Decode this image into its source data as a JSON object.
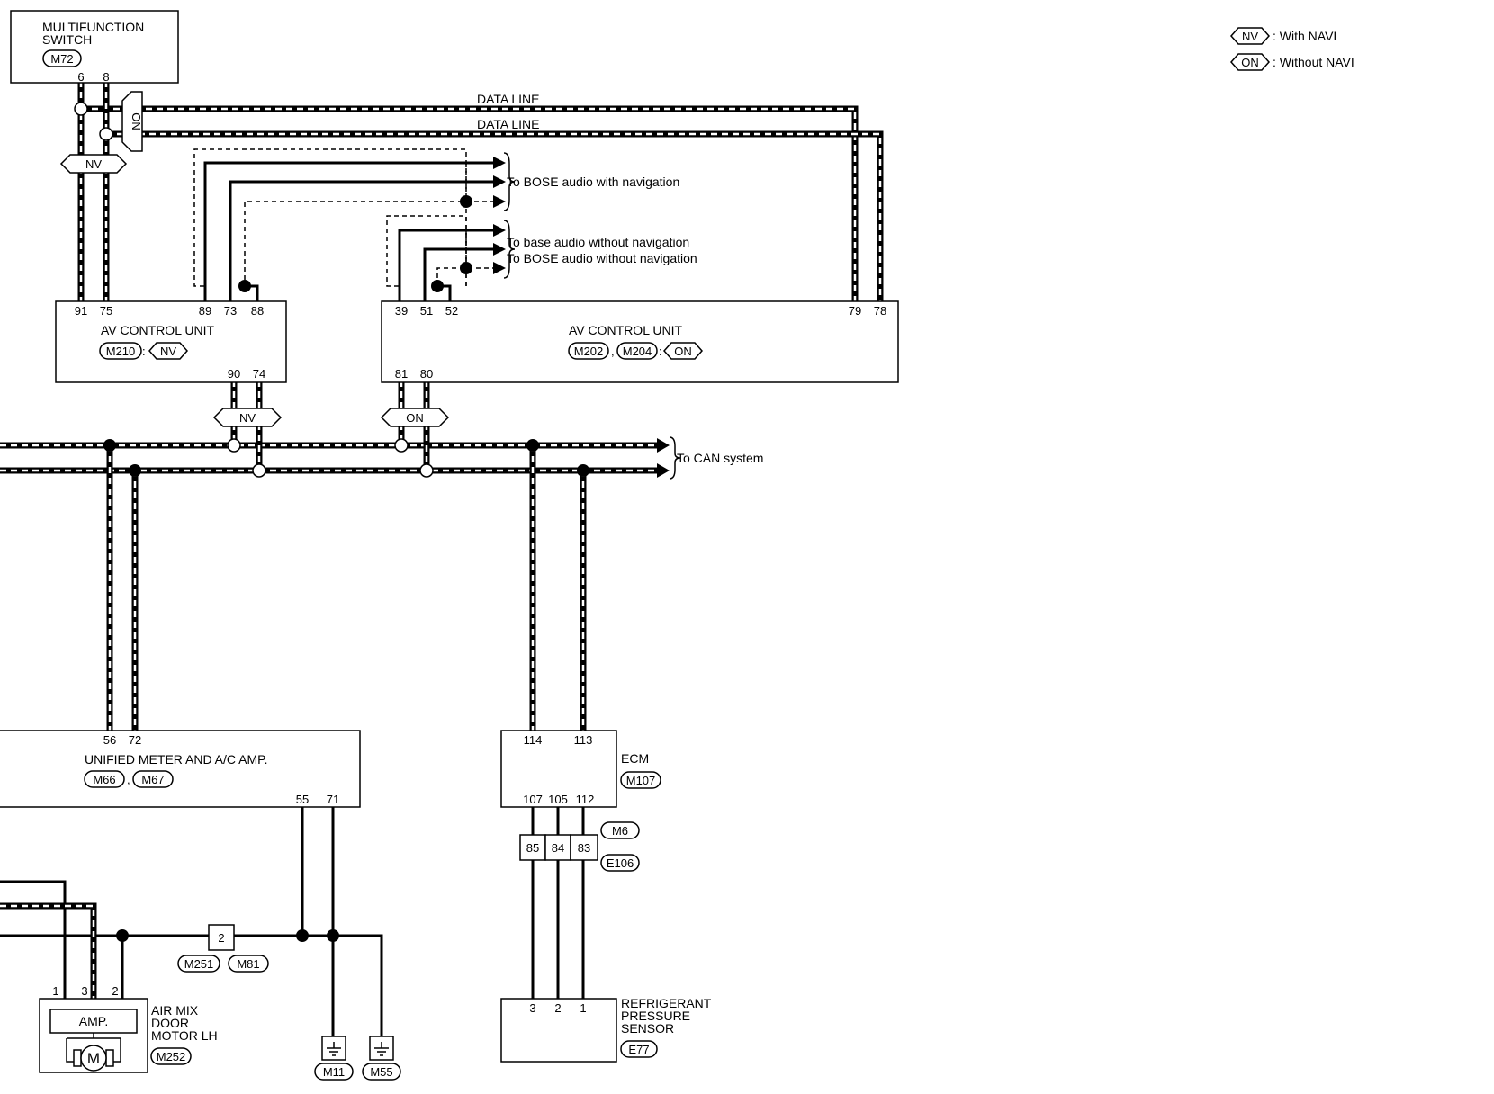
{
  "legend": [
    {
      "code": "NV",
      "text": ": With NAVI"
    },
    {
      "code": "ON",
      "text": ": Without NAVI"
    }
  ],
  "components": {
    "multifunction_switch": {
      "name_line1": "MULTIFUNCTION",
      "name_line2": "SWITCH",
      "connector": "M72",
      "pins": [
        "6",
        "8"
      ]
    },
    "av_unit_nv": {
      "name": "AV CONTROL UNIT",
      "connector": "M210",
      "variant": "NV",
      "pins_top": [
        "91",
        "75",
        "89",
        "73",
        "88"
      ],
      "pins_bottom": [
        "90",
        "74"
      ]
    },
    "av_unit_on": {
      "name": "AV CONTROL UNIT",
      "connectors": [
        "M202",
        "M204"
      ],
      "variant": "ON",
      "pins_top": [
        "39",
        "51",
        "52",
        "79",
        "78"
      ],
      "pins_bottom": [
        "81",
        "80"
      ]
    },
    "unified_meter": {
      "name": "UNIFIED METER AND A/C AMP.",
      "connectors": [
        "M66",
        "M67"
      ],
      "pins_top": [
        "56",
        "72"
      ],
      "pins_bottom": [
        "55",
        "71"
      ]
    },
    "ecm": {
      "name": "ECM",
      "connector": "M107",
      "pins_top": [
        "114",
        "113"
      ],
      "pins_bottom": [
        "107",
        "105",
        "112"
      ]
    },
    "joint_connector": {
      "pins": [
        "85",
        "84",
        "83"
      ],
      "connectors": [
        "M6",
        "E106"
      ]
    },
    "air_mix_motor": {
      "name_line1": "AIR MIX",
      "name_line2": "DOOR",
      "name_line3": "MOTOR LH",
      "connector": "M252",
      "amp": "AMP.",
      "motor": "M",
      "pins": [
        "1",
        "3",
        "2"
      ]
    },
    "refrigerant_sensor": {
      "name_line1": "REFRIGERANT",
      "name_line2": "PRESSURE",
      "name_line3": "SENSOR",
      "connector": "E77",
      "pins": [
        "3",
        "2",
        "1"
      ]
    },
    "splice": {
      "pin": "2",
      "connectors": [
        "M251",
        "M81"
      ]
    },
    "grounds": [
      "M11",
      "M55"
    ]
  },
  "labels": {
    "data_line": "DATA LINE",
    "to_bose_nav": "To BOSE audio with navigation",
    "to_base": "To base audio without navigation",
    "to_bose_no_nav": "To BOSE audio without navigation",
    "to_can": "To CAN system",
    "nv": "NV",
    "on": "ON"
  }
}
